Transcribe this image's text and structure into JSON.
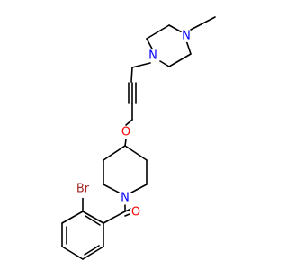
{
  "molecule": {
    "atoms": {
      "piperazine_n_methyl": {
        "symbol": "N",
        "color": "#0000ff"
      },
      "piperazine_n_propargyl": {
        "symbol": "N",
        "color": "#0000ff"
      },
      "ether_oxygen": {
        "symbol": "O",
        "color": "#ff0000"
      },
      "piperidine_n": {
        "symbol": "N",
        "color": "#0000ff"
      },
      "carbonyl_oxygen": {
        "symbol": "O",
        "color": "#ff0000"
      },
      "bromine": {
        "symbol": "Br",
        "color": "#a52a2a"
      }
    },
    "bond_color": "#000000",
    "background": "#ffffff"
  }
}
